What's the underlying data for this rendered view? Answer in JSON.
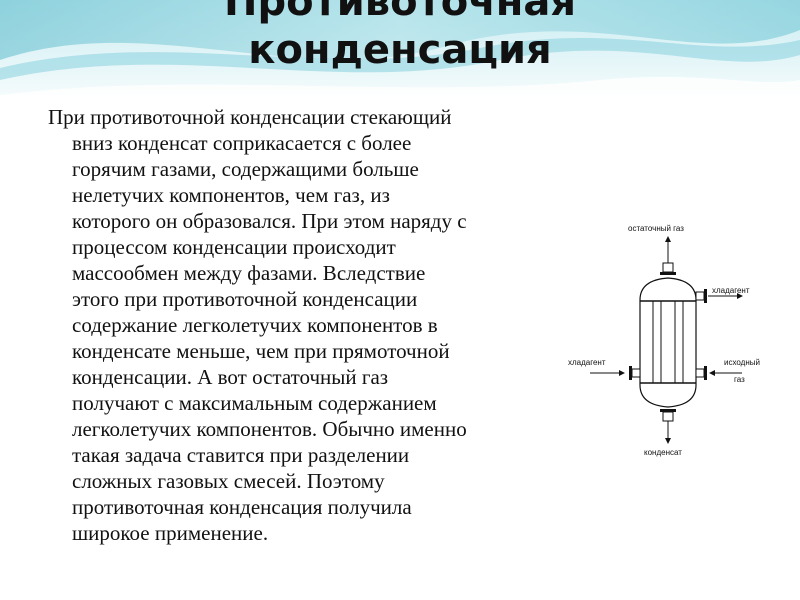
{
  "slide": {
    "title_lines": [
      "Противоточная",
      "конденсация"
    ],
    "body_lines": [
      "При противоточной конденсации стекающий",
      "вниз конденсат соприкасается с более",
      "горячим газами, содержащими больше",
      "нелетучих компонентов, чем газ, из",
      "которого он образовался. При этом наряду с",
      "процессом конденсации происходит",
      "массообмен между фазами. Вследствие",
      "этого при противоточной конденсации",
      "содержание легколетучих компонентов в",
      "конденсате меньше, чем при прямоточной",
      "конденсации. А вот остаточный газ",
      "получают с максимальным содержанием",
      "легколетучих компонентов. Обычно именно",
      "такая задача ставится при разделении",
      "сложных газовых смесей. Поэтому",
      "противоточная конденсация получила",
      "широкое применение."
    ]
  },
  "diagram": {
    "labels": {
      "residual_gas": "остаточный газ",
      "coolant_out": "хладагент",
      "coolant_in": "хладагент",
      "source_gas_line1": "исходный",
      "source_gas_line2": "газ",
      "condensate": "конденсат"
    }
  },
  "colors": {
    "banner_light": "#d8f1f4",
    "banner_mid": "#8fd3df",
    "banner_dark": "#4fb2c6"
  }
}
